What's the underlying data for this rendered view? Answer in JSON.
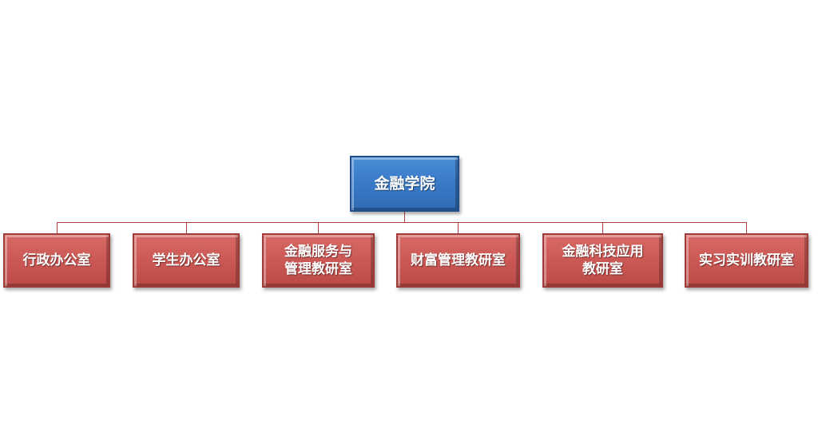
{
  "root": {
    "label": "金融学院"
  },
  "children": [
    {
      "label": "行政办公室"
    },
    {
      "label": "学生办公室"
    },
    {
      "label": "金融服务与\n管理教研室"
    },
    {
      "label": "财富管理教研室"
    },
    {
      "label": "金融科技应用\n教研室"
    },
    {
      "label": "实习实训教研室"
    }
  ],
  "colors": {
    "root_fill": "#3a7bc8",
    "child_fill": "#cb5854",
    "connector": "#b0403d",
    "text": "#ffffff"
  }
}
